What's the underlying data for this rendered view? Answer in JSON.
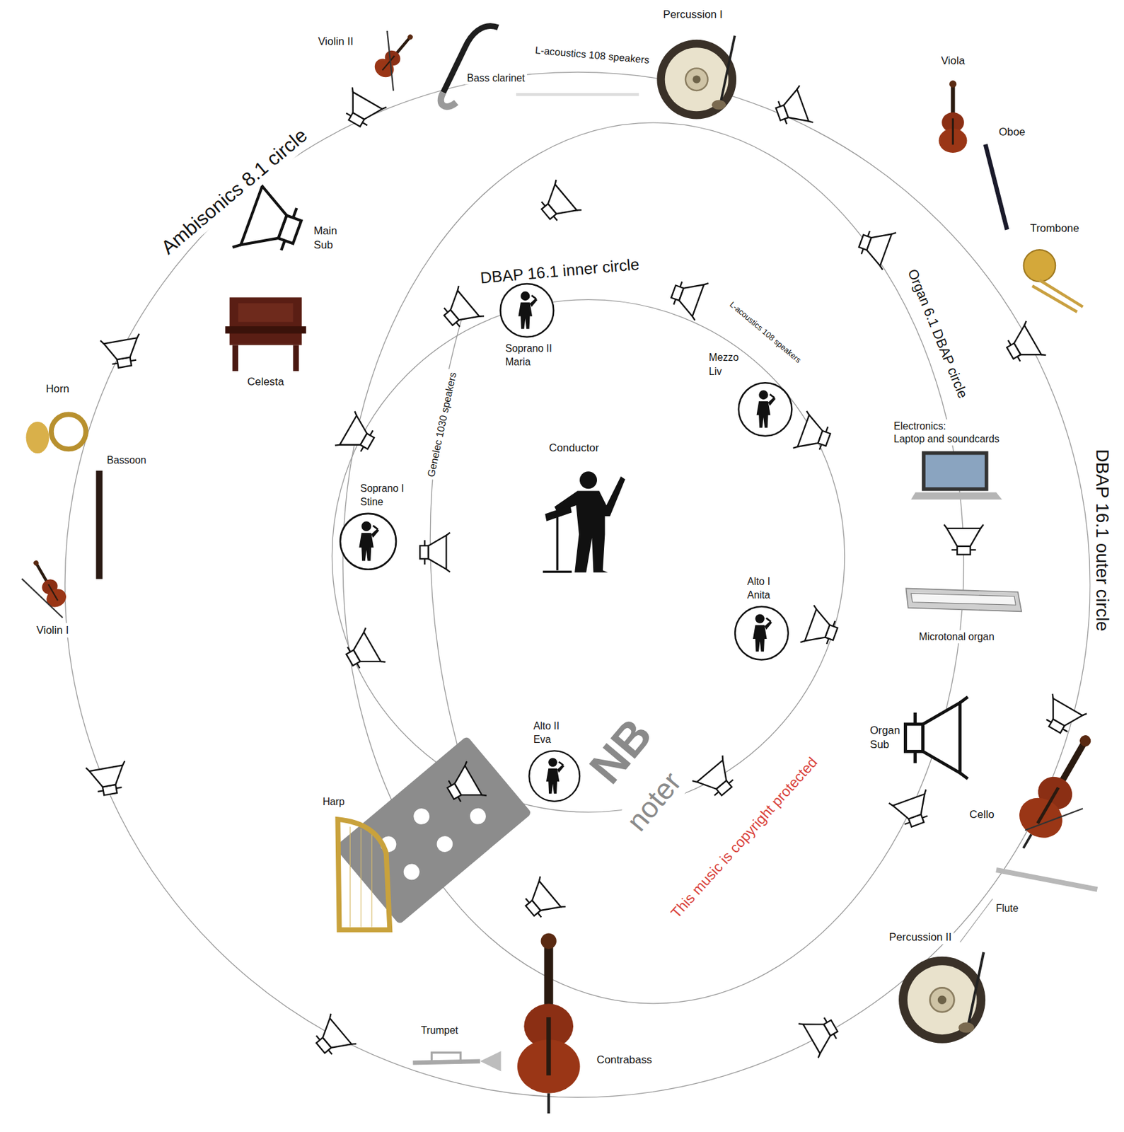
{
  "diagram": {
    "nodes": [
      {
        "text": [
          "Soprano II Maria"
        ]
      },
      {
        "text": [
          "Mezzo Liv"
        ]
      },
      {
        "text": [
          "Soprano I Stine"
        ]
      },
      {
        "text": [
          "Alto I Anita"
        ]
      },
      {
        "text": [
          "Alto II Eva"
        ]
      }
    ],
    "labels": [
      "Violin II",
      "Bass clarinet",
      "L-acoustics 108 speakers",
      "Percussion I",
      "Viola",
      "Oboe",
      "Trombone",
      "Ambisonics 8.1 circle",
      "Main Sub",
      "Celesta",
      "DBAP 16.1 inner circle",
      "L-acoustics 108 speakers",
      "Organ 6.1 DBAP circle",
      "Horn",
      "Bassoon",
      "Genelec 1030 speakers",
      "Conductor",
      "Electronics: Laptop and soundcards",
      "DBAP 16.1 outer circle",
      "Violin I",
      "Microtonal organ",
      "Organ Sub",
      "Harp",
      "Cello",
      "Flute",
      "Percussion II",
      "Trumpet",
      "Contrabass",
      "NB",
      "noter",
      "This music is copyright protected"
    ]
  }
}
